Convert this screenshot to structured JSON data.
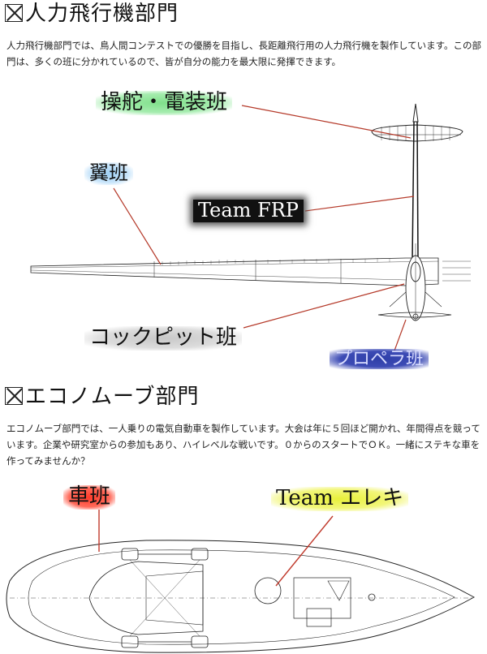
{
  "section1": {
    "title": "人力飛行機部門",
    "description": "人力飛行機部門では、鳥人間コンテストでの優勝を目指し、長距離飛行用の人力飛行機を製作しています。この部門は、多くの班に分かれているので、皆が自分の能力を最大限に発揮できます。",
    "labels": {
      "steering": "操舵・電装班",
      "wing": "翼班",
      "frp": "Team FRP",
      "cockpit": "コックピット班",
      "propeller": "プロペラ班"
    }
  },
  "section2": {
    "title": "エコノムーブ部門",
    "description": "エコノムーブ部門では、一人乗りの電気自動車を製作しています。大会は年に５回ほど開かれ、年間得点を競っています。企業や研究室からの参加もあり、ハイレベルな戦いです。０からのスタートでＯＫ。一緒にステキな車を作ってみませんか？",
    "labels": {
      "car": "車班",
      "electric": "Team エレキ"
    }
  },
  "colors": {
    "steering_glow": "#7fe08a",
    "wing_glow": "#9fd0f5",
    "frp_bg": "#111111",
    "cockpit_glow": "#c8c8c8",
    "propeller_bg": "#2f3fa8",
    "car_glow": "#ff3b2a",
    "electric_glow": "#e8f03a",
    "leader_line": "#b53a2a"
  }
}
